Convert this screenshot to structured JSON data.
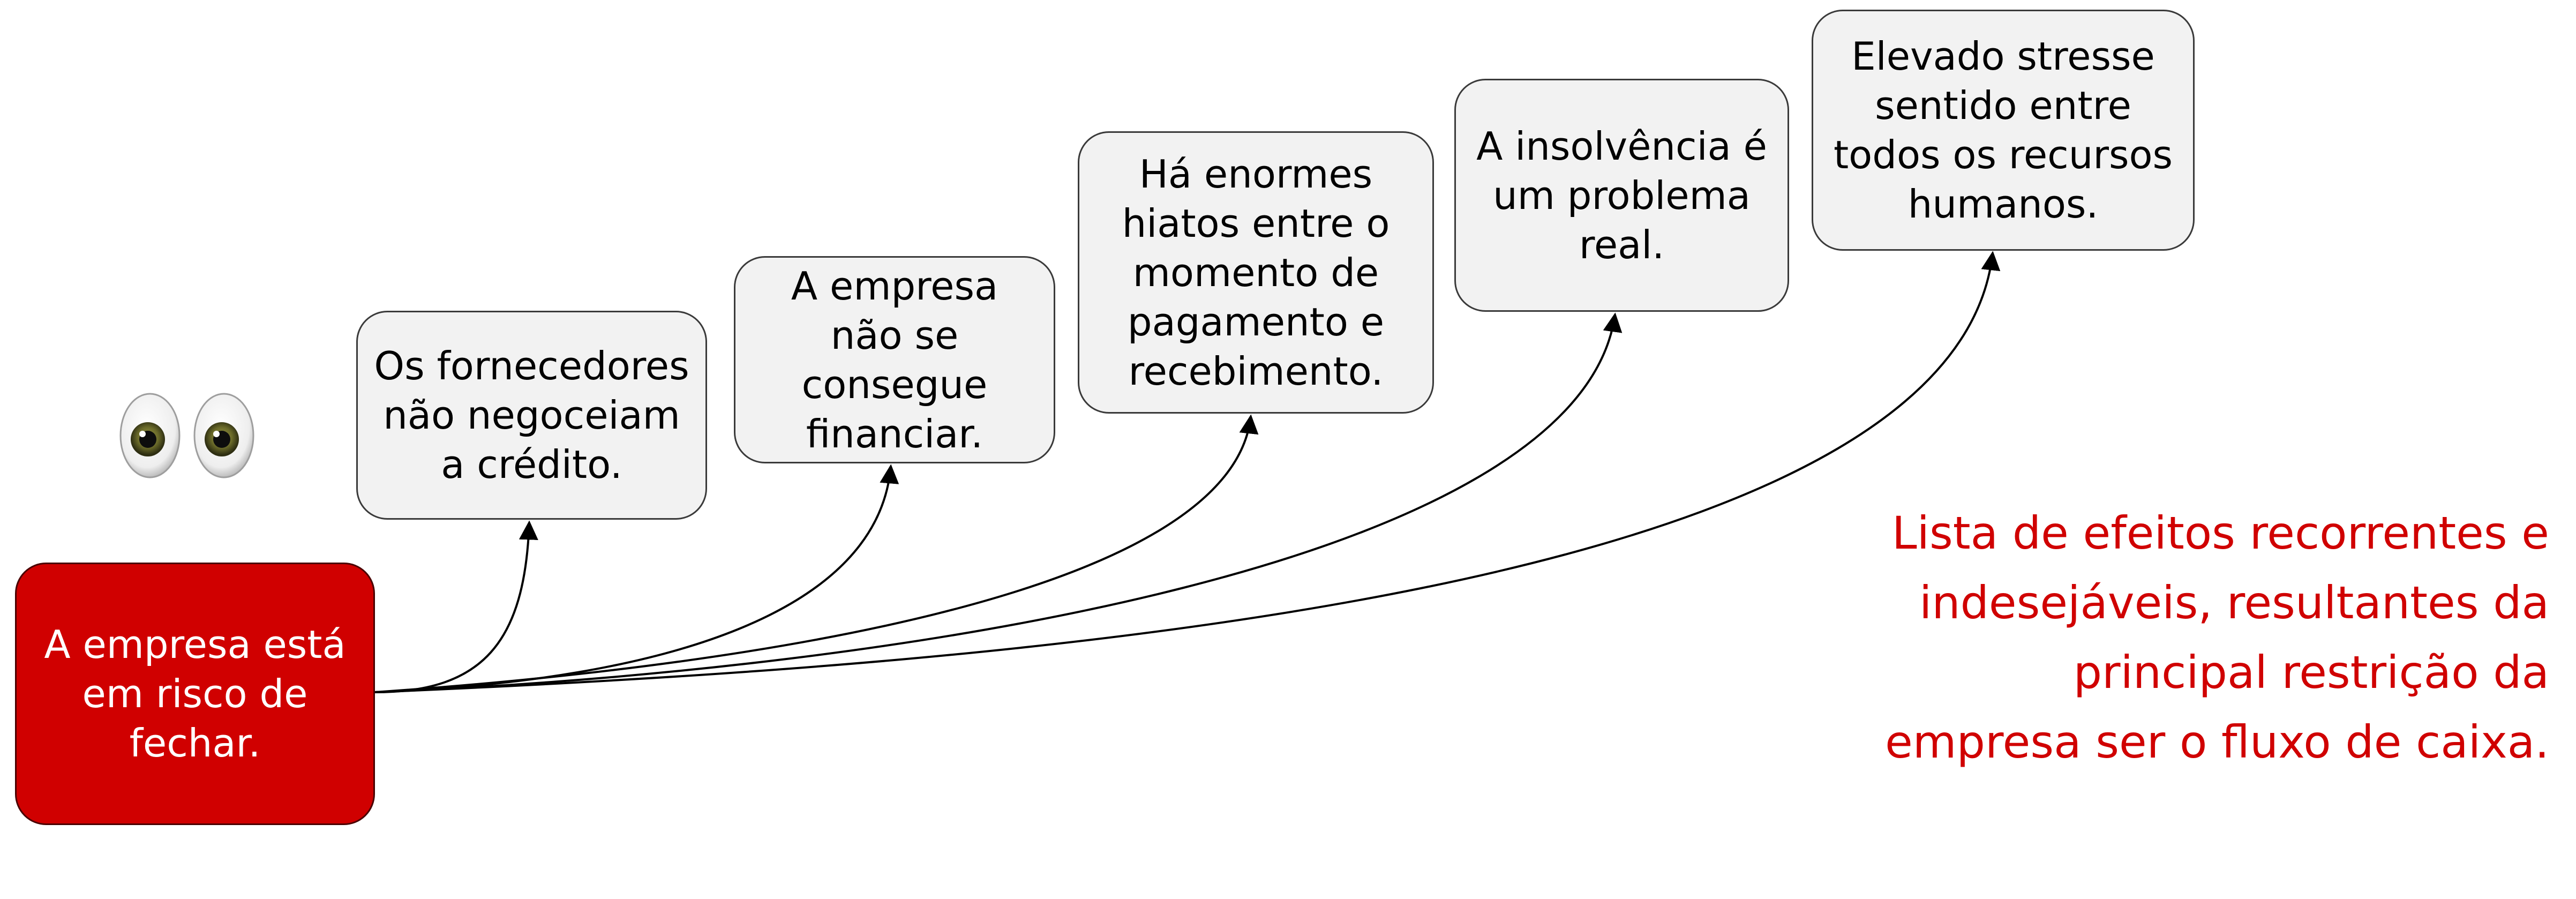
{
  "root": {
    "text": "A empresa está em risco de fechar."
  },
  "effects": [
    {
      "text": "Os fornecedores não negoceiam a crédito."
    },
    {
      "text": "A empresa não se consegue financiar."
    },
    {
      "text": "Há enormes hiatos entre o momento de pagamento e recebimento."
    },
    {
      "text": "A insolvência é um problema real."
    },
    {
      "text": "Elevado stresse sentido entre todos os recursos humanos."
    }
  ],
  "caption": "Lista de efeitos recorrentes e indesejáveis, resultantes da principal restrição da empresa ser o fluxo de caixa.",
  "eyes_icon": "eyes-emoji-icon",
  "colors": {
    "root_fill": "#d00000",
    "effect_fill": "#f2f2f2",
    "caption_text": "#d00000",
    "connector": "#000000"
  }
}
